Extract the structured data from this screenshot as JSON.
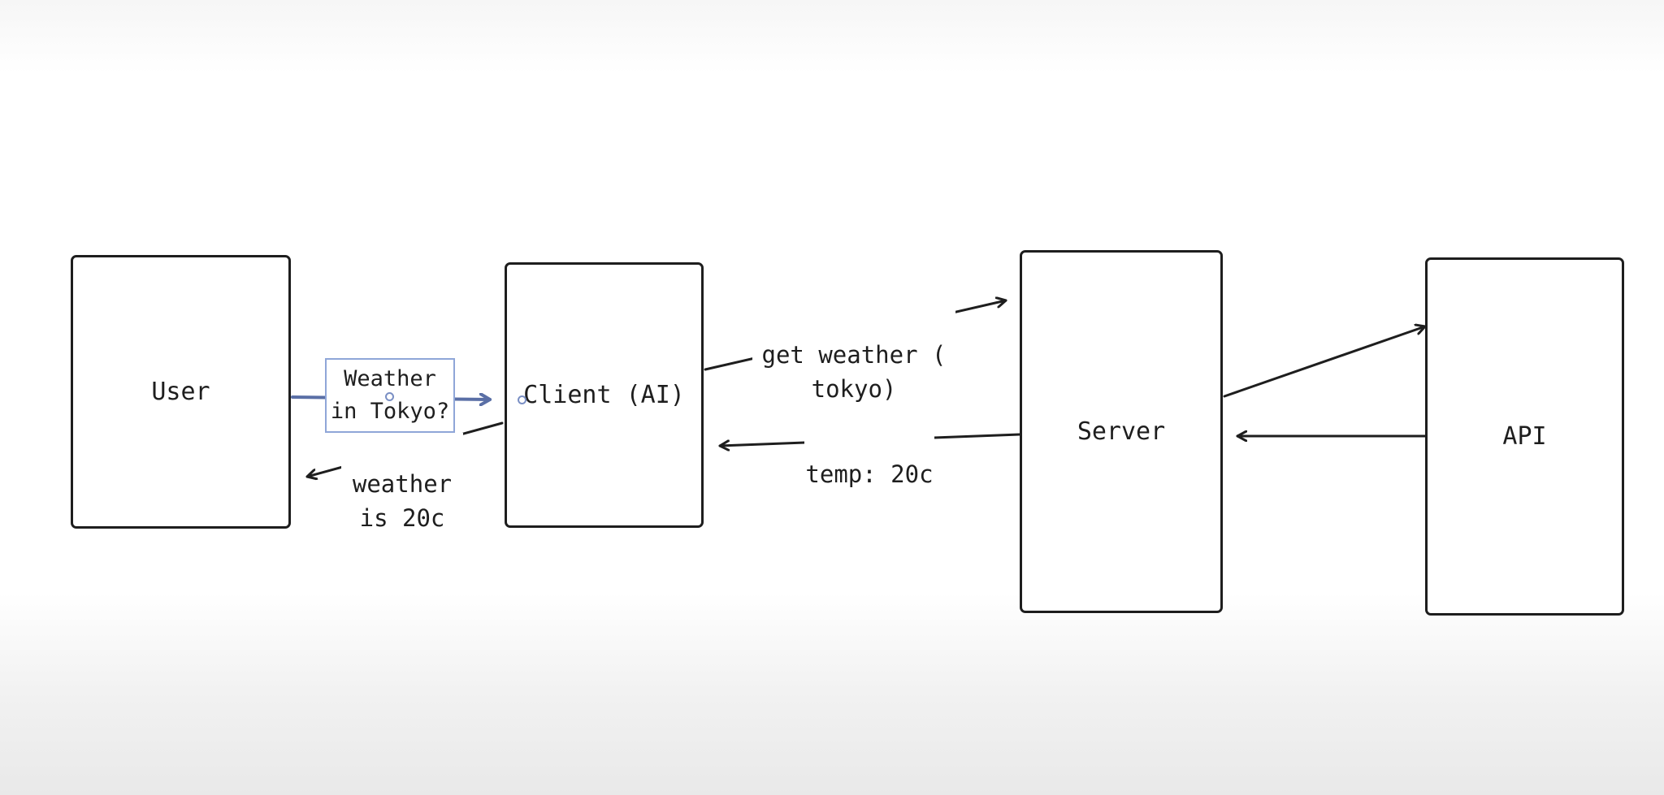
{
  "diagram": {
    "nodes": [
      {
        "id": "user",
        "label": "User"
      },
      {
        "id": "client",
        "label": "Client (AI)"
      },
      {
        "id": "server",
        "label": "Server"
      },
      {
        "id": "api",
        "label": "API"
      }
    ],
    "edges": [
      {
        "from": "user",
        "to": "client",
        "label": "Weather\nin Tokyo?",
        "selected": true
      },
      {
        "from": "client",
        "to": "server",
        "label": "get weather (\ntokyo)"
      },
      {
        "from": "server",
        "to": "client",
        "label": "temp: 20c"
      },
      {
        "from": "client",
        "to": "user",
        "label": "weather\nis 20c"
      },
      {
        "from": "server",
        "to": "api",
        "label": ""
      },
      {
        "from": "api",
        "to": "server",
        "label": ""
      }
    ]
  },
  "colors": {
    "stroke": "#1e1e1e",
    "selection": "#5a6fa6",
    "selection_border": "#8fa6d8"
  }
}
